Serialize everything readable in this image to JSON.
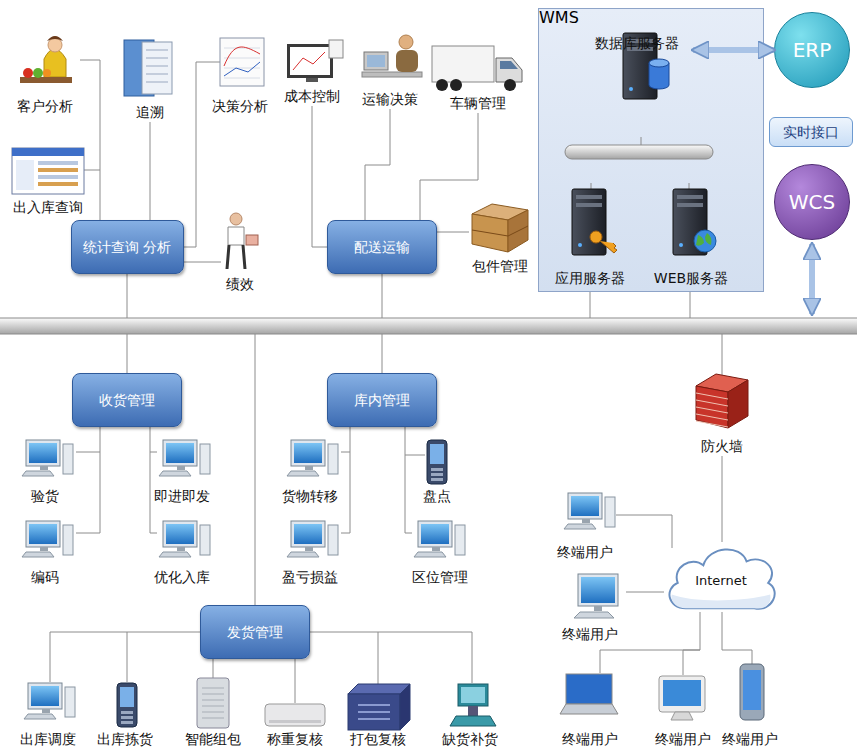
{
  "diagram": {
    "nodes": [
      {
        "text": [
          "WMS"
        ]
      },
      {
        "text": [
          "数据库服务器"
        ],
        "in": 0
      },
      {
        "text": [
          "应用服务器"
        ],
        "in": 0
      },
      {
        "text": [
          "WEB服务器"
        ],
        "in": 0
      },
      {
        "text": [
          "ERP"
        ]
      },
      {
        "text": [
          "实时接口"
        ]
      },
      {
        "text": [
          "WCS"
        ]
      },
      {
        "text": [
          "统计查询 分析"
        ]
      },
      {
        "text": [
          "配送运输"
        ]
      },
      {
        "text": [
          "收货管理"
        ]
      },
      {
        "text": [
          "库内管理"
        ]
      },
      {
        "text": [
          "发货管理"
        ]
      },
      {
        "text": [
          "Internet"
        ]
      }
    ],
    "edges": [
      {
        "from": 1,
        "to": 4,
        "arrow": "both"
      }
    ],
    "labels": [
      "客户分析",
      "追溯",
      "决策分析",
      "成本控制",
      "运输决策",
      "车辆管理",
      "出入库查询",
      "绩效",
      "包件管理",
      "验货",
      "即进即发",
      "编码",
      "优化入库",
      "货物转移",
      "盘点",
      "盈亏损益",
      "区位管理",
      "防火墙",
      "终端用户",
      "终端用户",
      "出库调度",
      "出库拣货",
      "智能组包",
      "称重复核",
      "打包复核",
      "缺货补货",
      "终端用户",
      "终端用户",
      "终端用户"
    ]
  }
}
